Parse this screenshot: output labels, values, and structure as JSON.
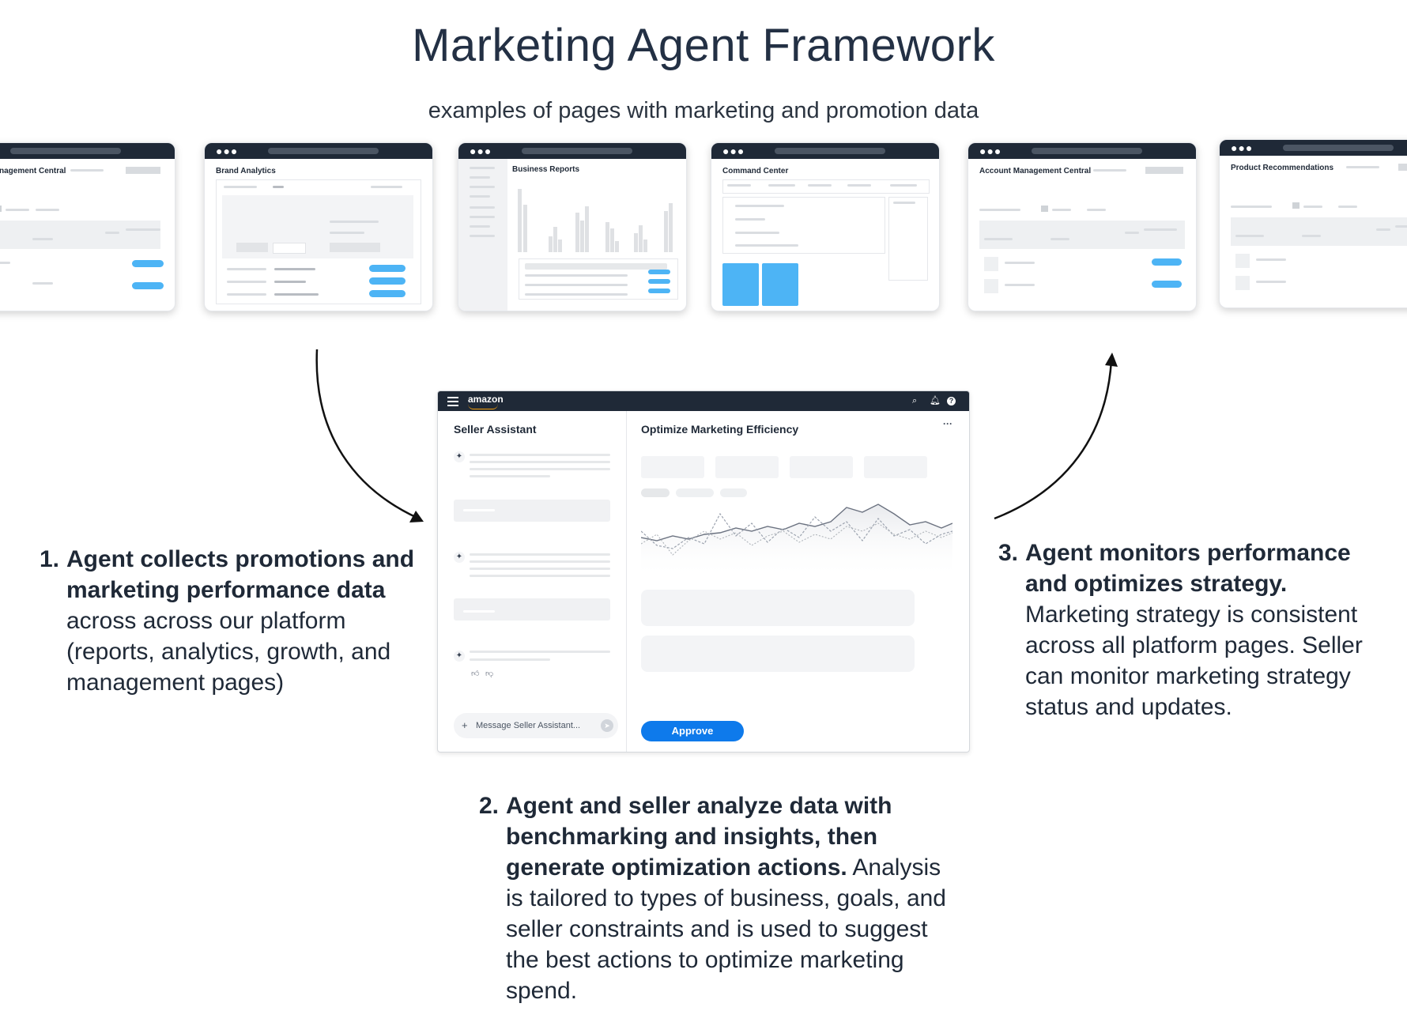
{
  "title": "Marketing Agent Framework",
  "subtitle": "examples of pages with marketing and promotion data",
  "thumbnails": [
    {
      "label": "nagement Central"
    },
    {
      "label": "Brand Analytics"
    },
    {
      "label": "Business Reports"
    },
    {
      "label": "Command Center"
    },
    {
      "label": "Account Management Central"
    },
    {
      "label": "Product Recommendations"
    }
  ],
  "steps": [
    {
      "number": "1.",
      "bold": "Agent collects promotions and marketing performance data",
      "text": "across across our platform (reports, analytics, growth, and management pages)"
    },
    {
      "number": "2.",
      "bold": "Agent and seller analyze data with benchmarking and insights, then generate optimization actions.",
      "text": "Analysis is tailored to types of business, goals, and seller constraints and is used to suggest the best actions to optimize marketing spend."
    },
    {
      "number": "3.",
      "bold": "Agent monitors performance and optimizes strategy.",
      "text": "Marketing strategy is consistent across all platform pages. Seller can monitor marketing strategy status and updates."
    }
  ],
  "mockup": {
    "logo": "amazon",
    "left_title": "Seller Assistant",
    "right_title": "Optimize Marketing Efficiency",
    "more": "···",
    "message_placeholder": "Message Seller Assistant...",
    "plus": "+",
    "approve_label": "Approve"
  },
  "colors": {
    "dark_bar": "#1f2937",
    "accent_blue": "#4db4f5",
    "approve_blue": "#0e7aeb"
  }
}
